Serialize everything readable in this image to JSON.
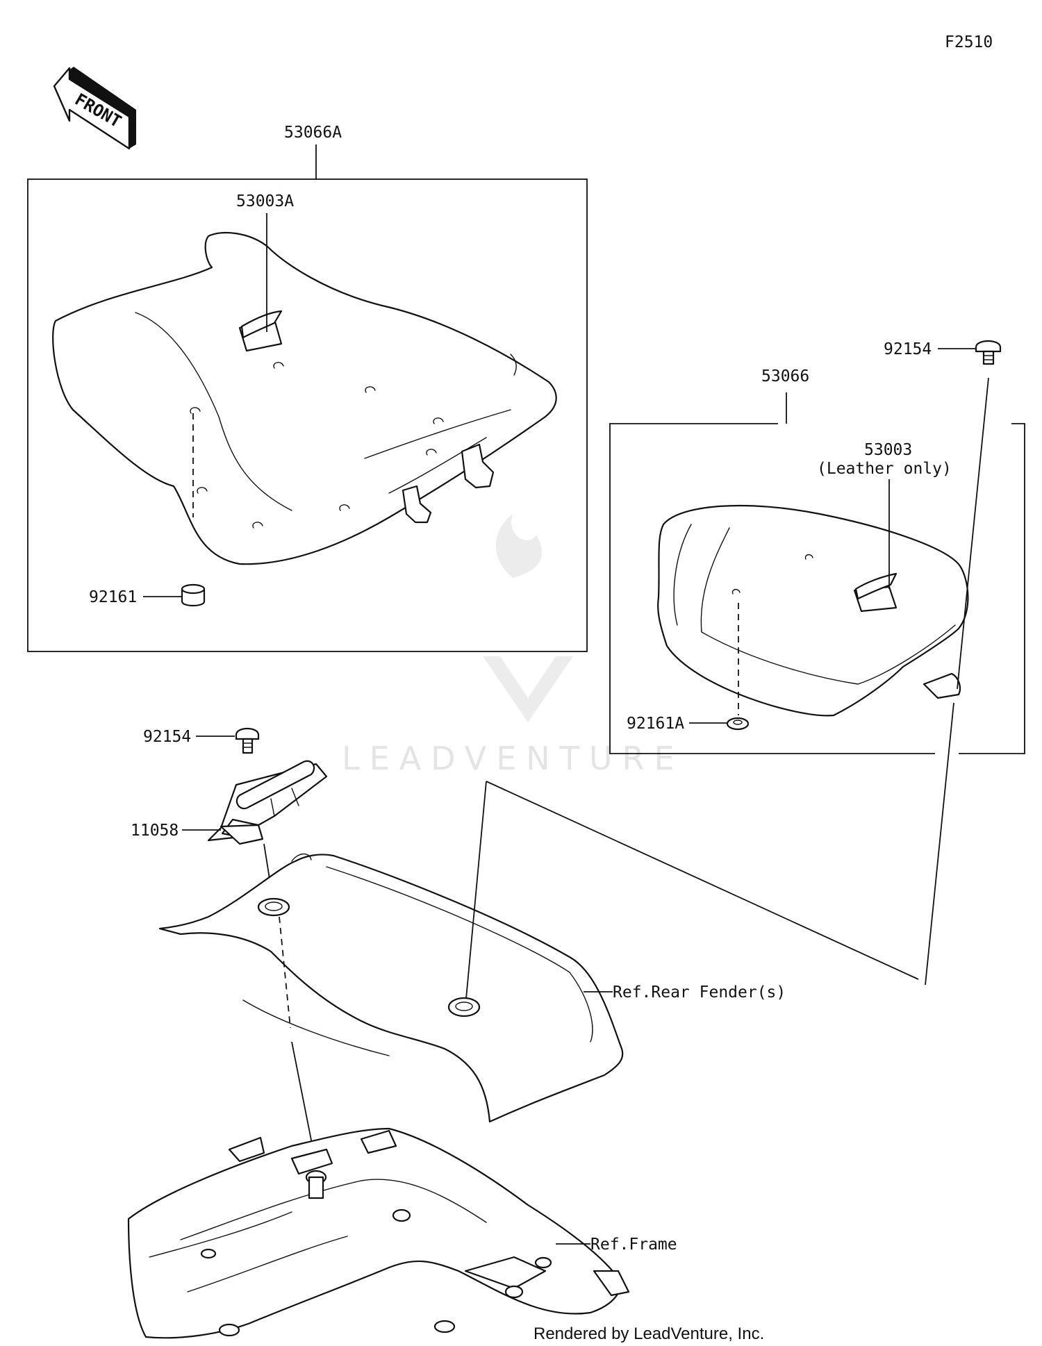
{
  "diagram_code": "F2510",
  "direction_label": "FRONT",
  "callouts": {
    "rider_seat_assy": "53066A",
    "rider_seat_label": "53003A",
    "rider_seat_damper": "92161",
    "passenger_seat_bolt": "92154",
    "passenger_seat_assy": "53066",
    "passenger_seat_label": "53003",
    "passenger_seat_label_note": "(Leather only)",
    "passenger_seat_damper": "92161A",
    "hinge_bolt": "92154",
    "hinge": "11058",
    "rear_fender_ref": "Ref.Rear Fender(s)",
    "frame_ref": "Ref.Frame"
  },
  "watermark": "LEADVENTURE",
  "credit": "Rendered by LeadVenture, Inc.",
  "colors": {
    "line": "#111111",
    "watermark": "#e4e4e4",
    "background": "#ffffff"
  }
}
